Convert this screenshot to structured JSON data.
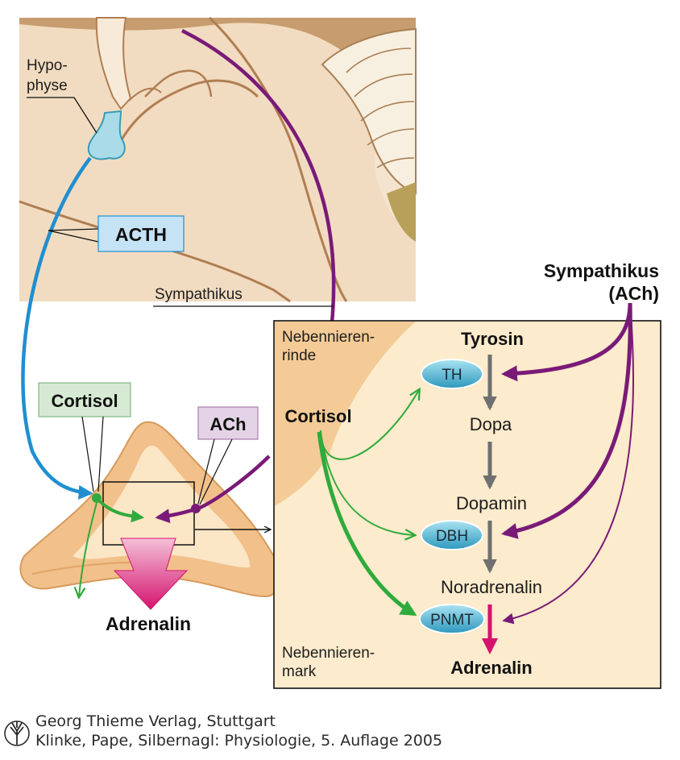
{
  "brain": {
    "hypophyse_line1": "Hypo-",
    "hypophyse_line2": "physe",
    "acth": "ACTH",
    "sympathikus": "Sympathikus"
  },
  "adrenal": {
    "cortisol": "Cortisol",
    "ach": "ACh",
    "adrenalin": "Adrenalin"
  },
  "detail": {
    "sympathikus_line1": "Sympathikus",
    "sympathikus_line2": "(ACh)",
    "rinde_line1": "Nebennieren-",
    "rinde_line2": "rinde",
    "mark_line1": "Nebennieren-",
    "mark_line2": "mark",
    "cortisol": "Cortisol",
    "tyrosin": "Tyrosin",
    "dopa": "Dopa",
    "dopamin": "Dopamin",
    "noradrenalin": "Noradrenalin",
    "adrenalin": "Adrenalin",
    "enzymes": [
      "TH",
      "DBH",
      "PNMT"
    ]
  },
  "footer": {
    "line1": "Georg Thieme Verlag, Stuttgart",
    "line2": "Klinke, Pape, Silbernagl: Physiologie, 5. Auflage 2005"
  },
  "colors": {
    "acth_blue": "#1f8fd0",
    "sympathetic_purple": "#7a1a78",
    "cortisol_green": "#2faa3c",
    "adrenalin_magenta": "#d4136e",
    "enzyme_teal": "#3aa8c8",
    "cortex_orange": "#f2c08a",
    "medulla_cream": "#fbe6c6",
    "box_bg": "#fcebcc",
    "arrow_gray": "#707070"
  }
}
